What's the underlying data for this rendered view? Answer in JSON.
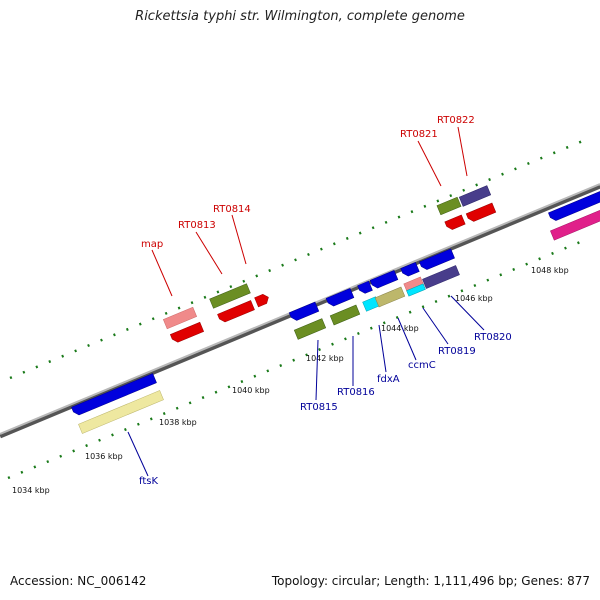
{
  "title": "Rickettsia typhi str. Wilmington, complete genome",
  "footer": {
    "accession": "Accession: NC_006142",
    "stats": "Topology: circular; Length: 1,111,496 bp; Genes: 877"
  },
  "kbp_labels": [
    "1034 kbp",
    "1036 kbp",
    "1038 kbp",
    "1040 kbp",
    "1042 kbp",
    "1044 kbp",
    "1046 kbp",
    "1048 kbp"
  ],
  "upper_genes": [
    "map",
    "RT0813",
    "RT0814",
    "RT0821",
    "RT0822"
  ],
  "lower_genes": [
    "ftsK",
    "RT0815",
    "RT0816",
    "fdxA",
    "ccmC",
    "RT0819",
    "RT0820"
  ],
  "colors": {
    "upper_label": "#cc0000",
    "lower_label": "#000099",
    "backbone": "#888888",
    "tick": "#1a7a1a"
  }
}
